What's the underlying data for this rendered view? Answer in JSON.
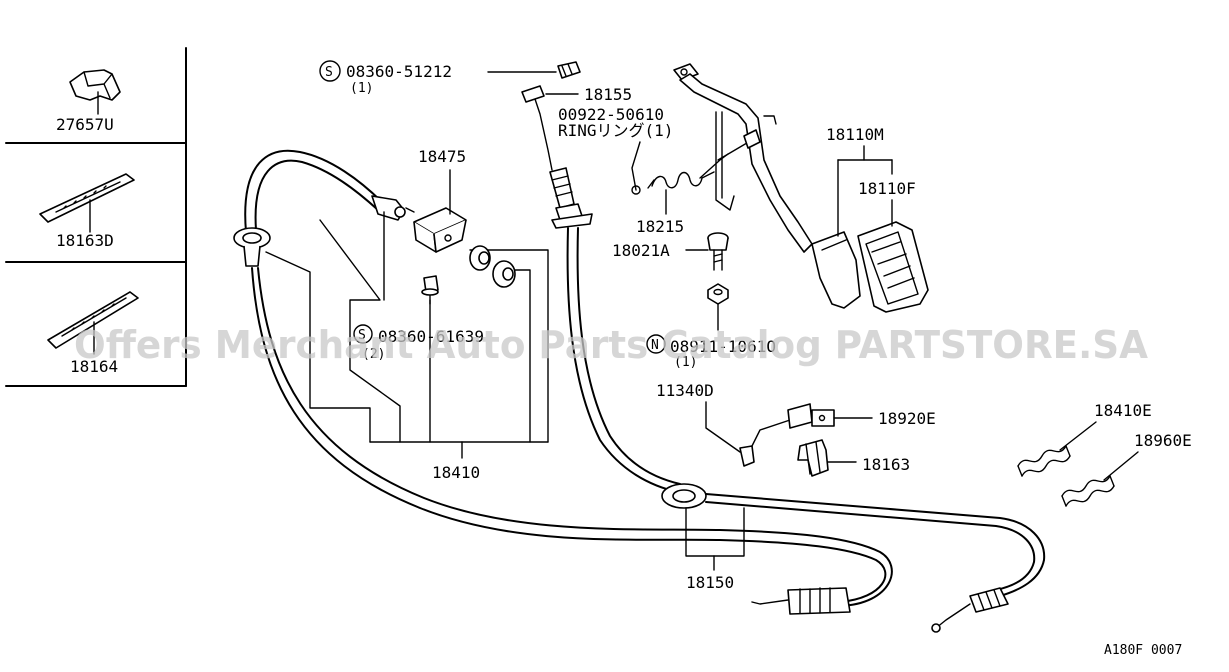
{
  "watermark": "Offers Merchant Auto Parts Catalog PARTSTORE.SA",
  "diagram_code": "A180F 0007",
  "inset_labels": {
    "a": "27657U",
    "b": "18163D",
    "c": "18164"
  },
  "labels": {
    "bolt_code": "08360-51212",
    "bolt_qty": "(1)",
    "bolt_symbol": "S",
    "p18155": "18155",
    "ring_code": "00922-50610",
    "ring_text": "RINGリング(1)",
    "p18475": "18475",
    "p18215": "18215",
    "p18021a": "18021A",
    "screw_code": "08360-61639",
    "screw_qty": "(2)",
    "nut_symbol": "N",
    "nut_code": "08911-1061O",
    "nut_qty": "(1)",
    "p18110m": "18110M",
    "p18110f": "18110F",
    "p11340d": "11340D",
    "p18920e": "18920E",
    "p18163": "18163",
    "p18410": "18410",
    "p18150": "18150",
    "p18410e": "18410E",
    "p18960e": "18960E"
  }
}
